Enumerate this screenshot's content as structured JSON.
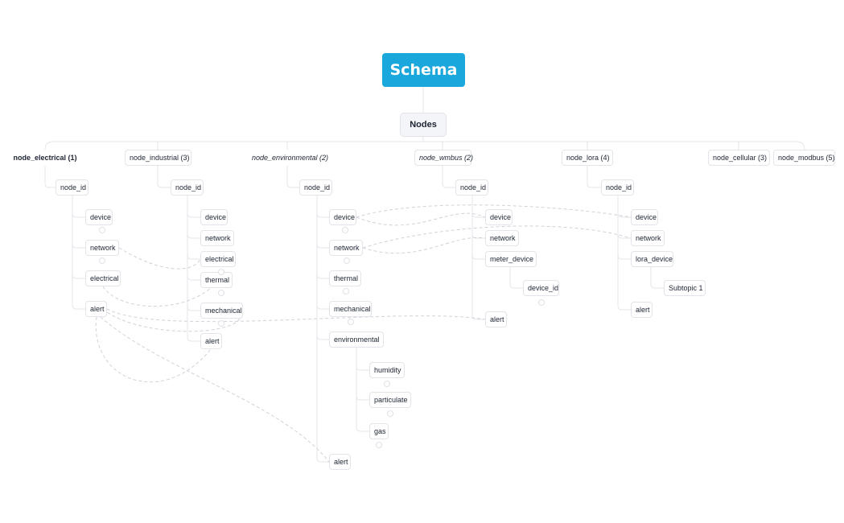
{
  "diagram": {
    "root": {
      "label": "Schema"
    },
    "hub": {
      "label": "Nodes"
    },
    "categories": [
      {
        "id": "electrical",
        "label": "node_electrical (1)",
        "style": "bold",
        "node_id": "node_id",
        "children": [
          "device",
          "network",
          "electrical",
          "alert"
        ]
      },
      {
        "id": "industrial",
        "label": "node_industrial (3)",
        "style": "normal",
        "node_id": "node_id",
        "children": [
          "device",
          "network",
          "electrical",
          "thermal",
          "mechanical",
          "alert"
        ]
      },
      {
        "id": "environmental",
        "label": "node_environmental (2)",
        "style": "italic",
        "node_id": "node_id",
        "children": [
          "device",
          "network",
          "thermal",
          "mechanical",
          "environmental",
          "alert"
        ],
        "sub": {
          "parent": "environmental",
          "items": [
            "humidity",
            "particulate",
            "gas"
          ]
        }
      },
      {
        "id": "wmbus",
        "label": "node_wmbus (2)",
        "style": "italic",
        "node_id": "node_id",
        "children": [
          "device",
          "network",
          "meter_device",
          "alert"
        ],
        "sub": {
          "parent": "meter_device",
          "items": [
            "device_id"
          ]
        }
      },
      {
        "id": "lora",
        "label": "node_lora (4)",
        "style": "normal",
        "node_id": "node_id",
        "children": [
          "device",
          "network",
          "lora_device",
          "alert"
        ],
        "sub": {
          "parent": "lora_device",
          "items": [
            "Subtopic 1"
          ]
        }
      },
      {
        "id": "cellular",
        "label": "node_cellular (3)",
        "style": "normal"
      },
      {
        "id": "modbus",
        "label": "node_modbus (5)",
        "style": "normal"
      }
    ]
  },
  "colors": {
    "root_bg": "#1aa7dc",
    "line": "#e4e6eb",
    "relation_line": "#cfd2d9"
  }
}
